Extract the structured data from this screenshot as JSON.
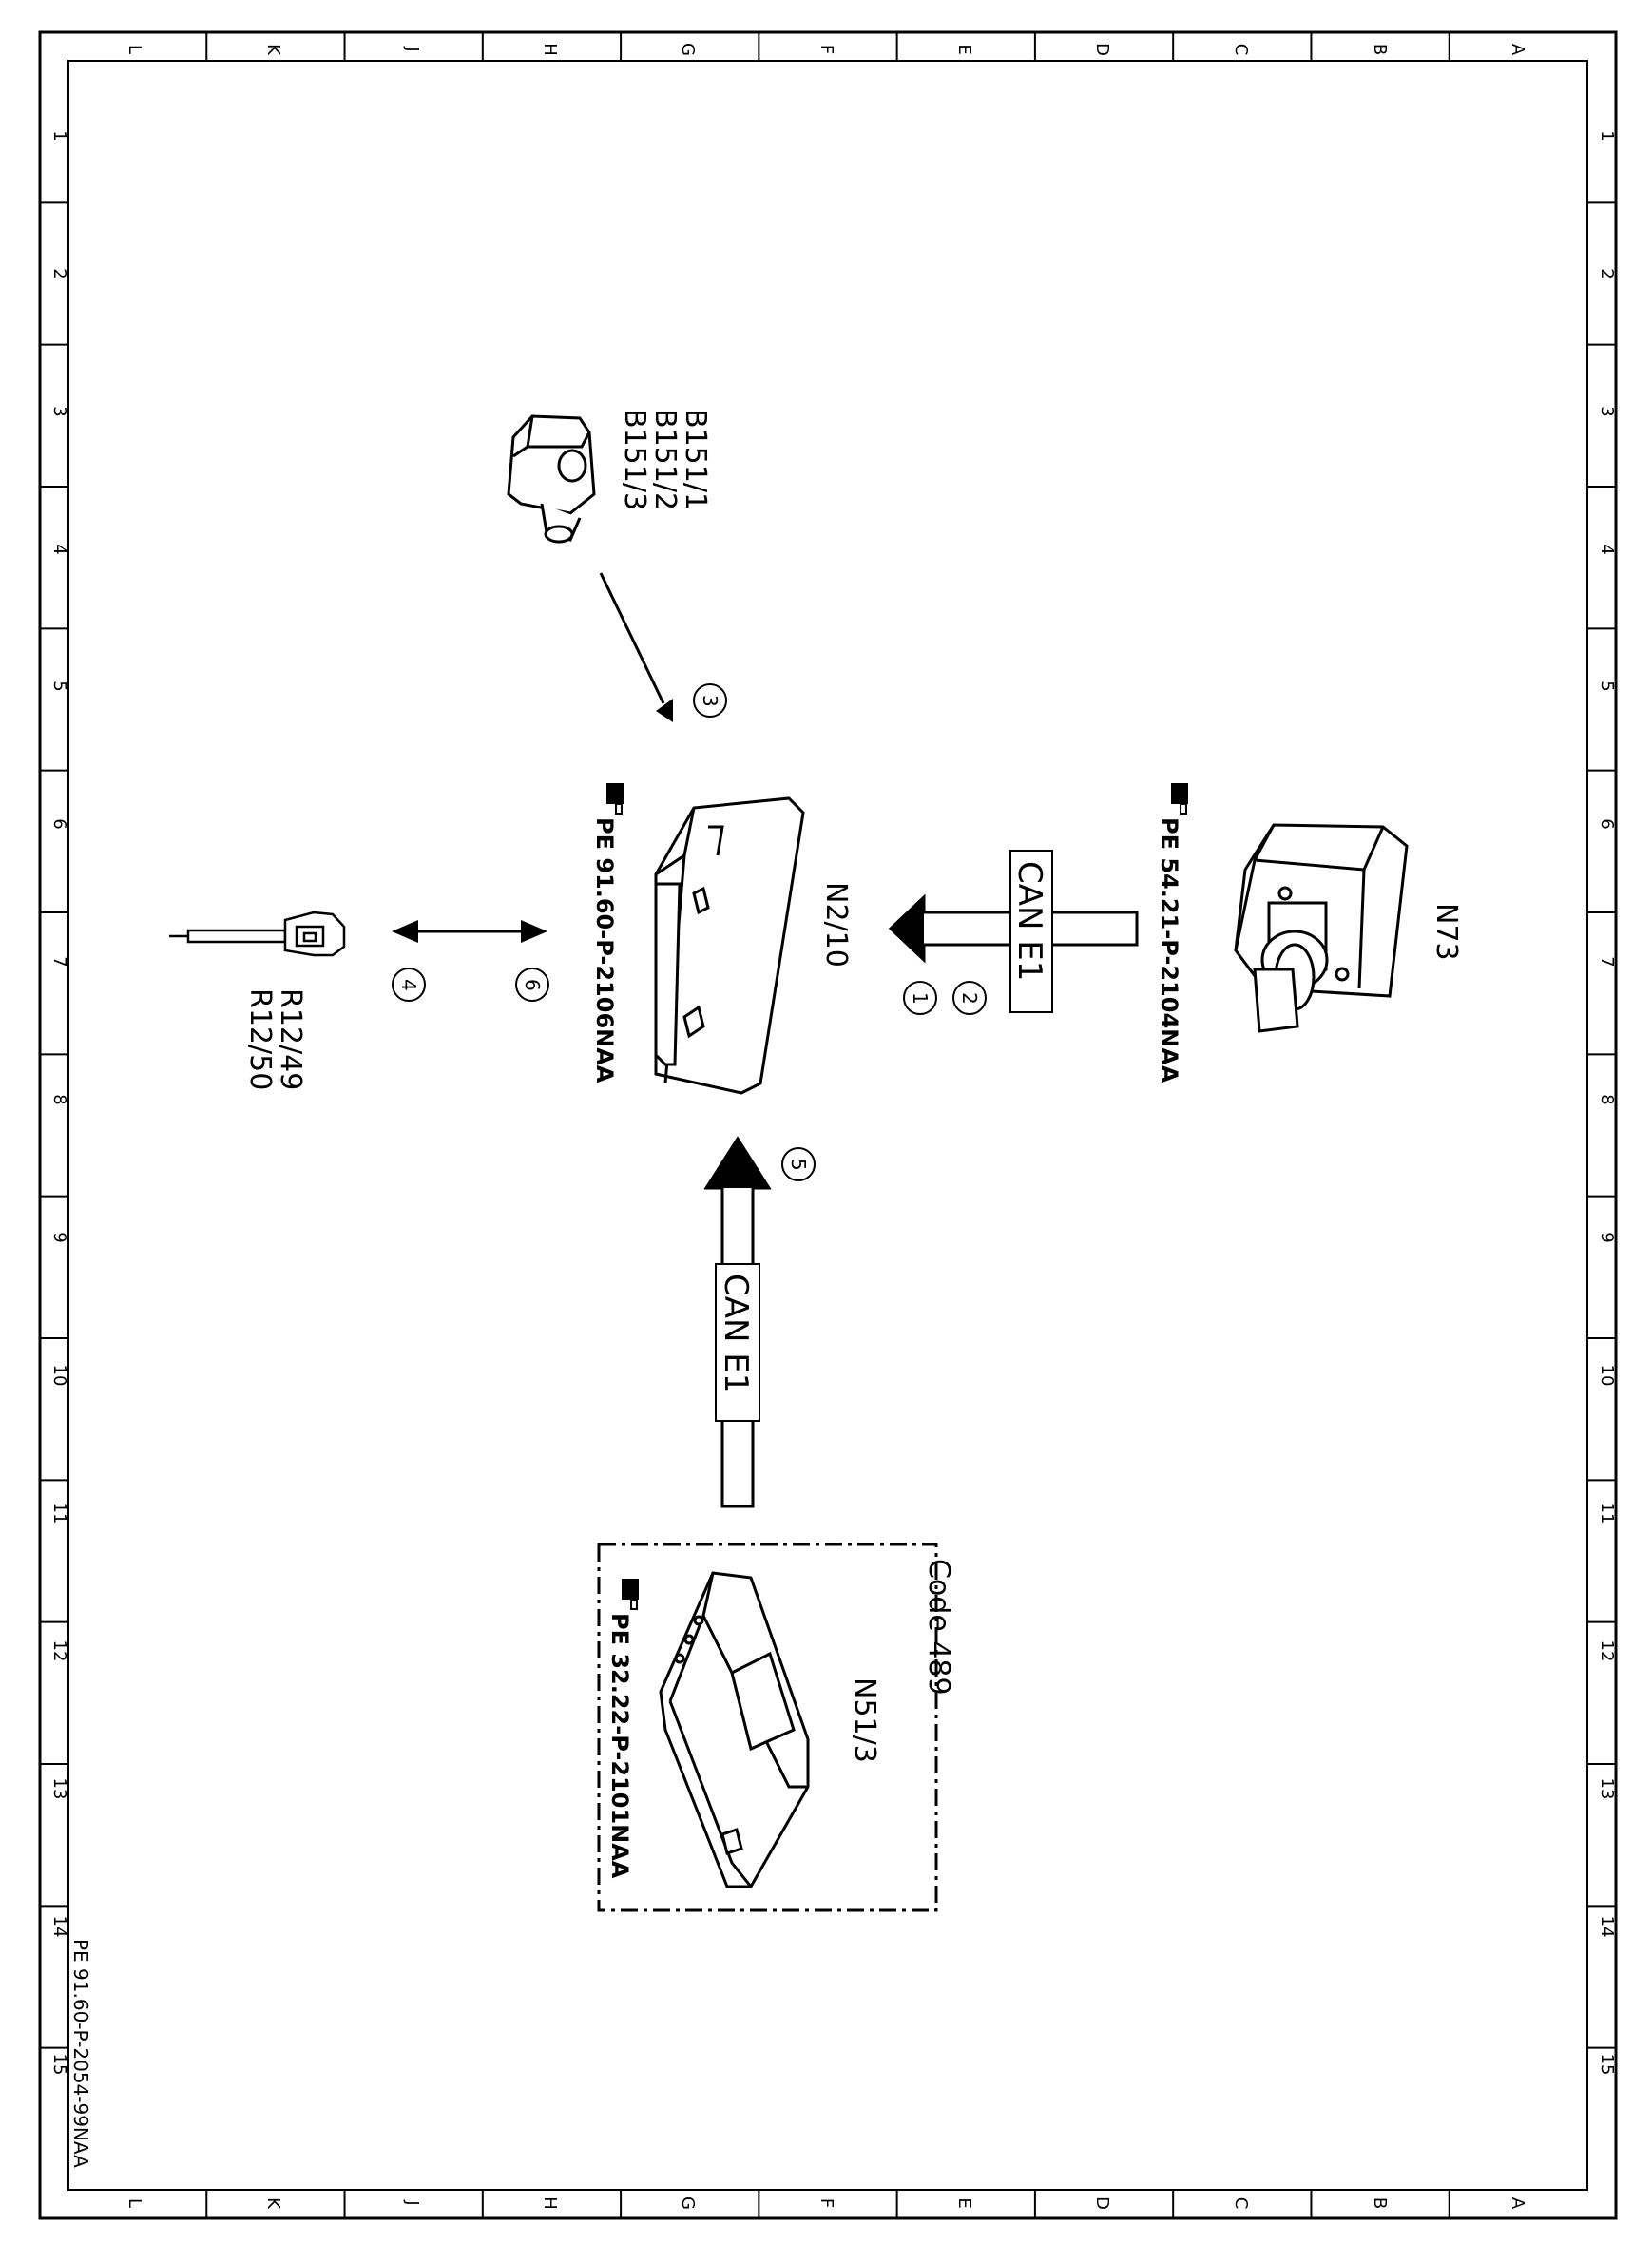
{
  "drawing": {
    "doc_id": "PE 91.60-P-2054-99NAA",
    "grid_letters": [
      "L",
      "K",
      "J",
      "H",
      "G",
      "F",
      "E",
      "D",
      "C",
      "B",
      "A"
    ],
    "grid_numbers": [
      "1",
      "2",
      "3",
      "4",
      "5",
      "6",
      "7",
      "8",
      "9",
      "10",
      "11",
      "12",
      "13",
      "14",
      "15"
    ]
  },
  "components": {
    "n73": {
      "label": "N73",
      "ref": "PE 54.21-P-2104NAA"
    },
    "n2_10": {
      "label": "N2/10",
      "ref": "PE 91.60-P-2106NAA"
    },
    "b151": {
      "labels": [
        "B151/1",
        "B151/2",
        "B151/3"
      ]
    },
    "r12": {
      "labels": [
        "R12/49",
        "R12/50"
      ]
    },
    "n51_3": {
      "label": "N51/3",
      "ref": "PE 32.22-P-2101NAA",
      "box_label": "Code 489"
    }
  },
  "buses": {
    "top": {
      "label": "CAN E1"
    },
    "bottom": {
      "label": "CAN E1"
    }
  },
  "callouts": [
    "1",
    "2",
    "3",
    "4",
    "5",
    "6"
  ],
  "icons": [
    "pointing-hand-icon"
  ]
}
